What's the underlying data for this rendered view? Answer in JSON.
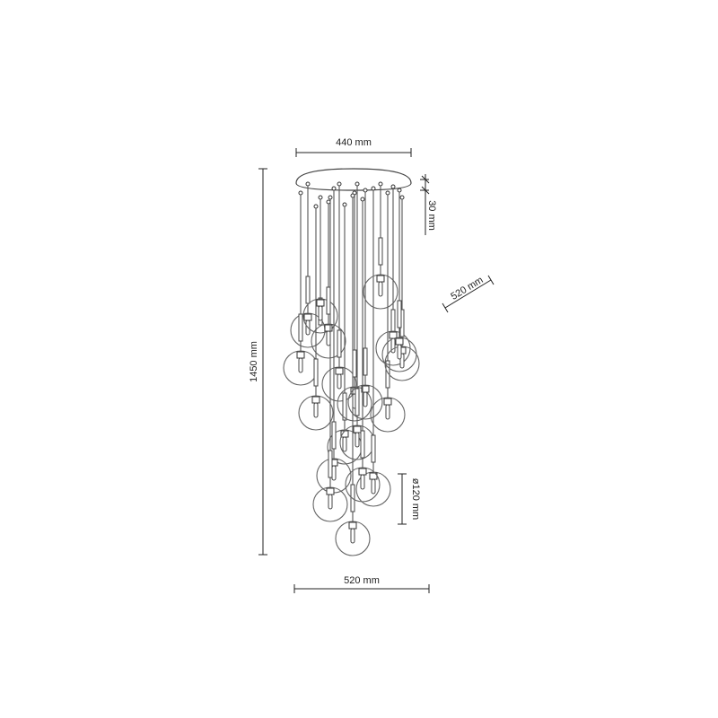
{
  "dimensions": {
    "canopy_width": "440 mm",
    "canopy_height": "30 mm",
    "diagonal": "520 mm",
    "total_height": "1450 mm",
    "globe_diameter": "ø120 mm",
    "bottom_width": "520 mm"
  }
}
